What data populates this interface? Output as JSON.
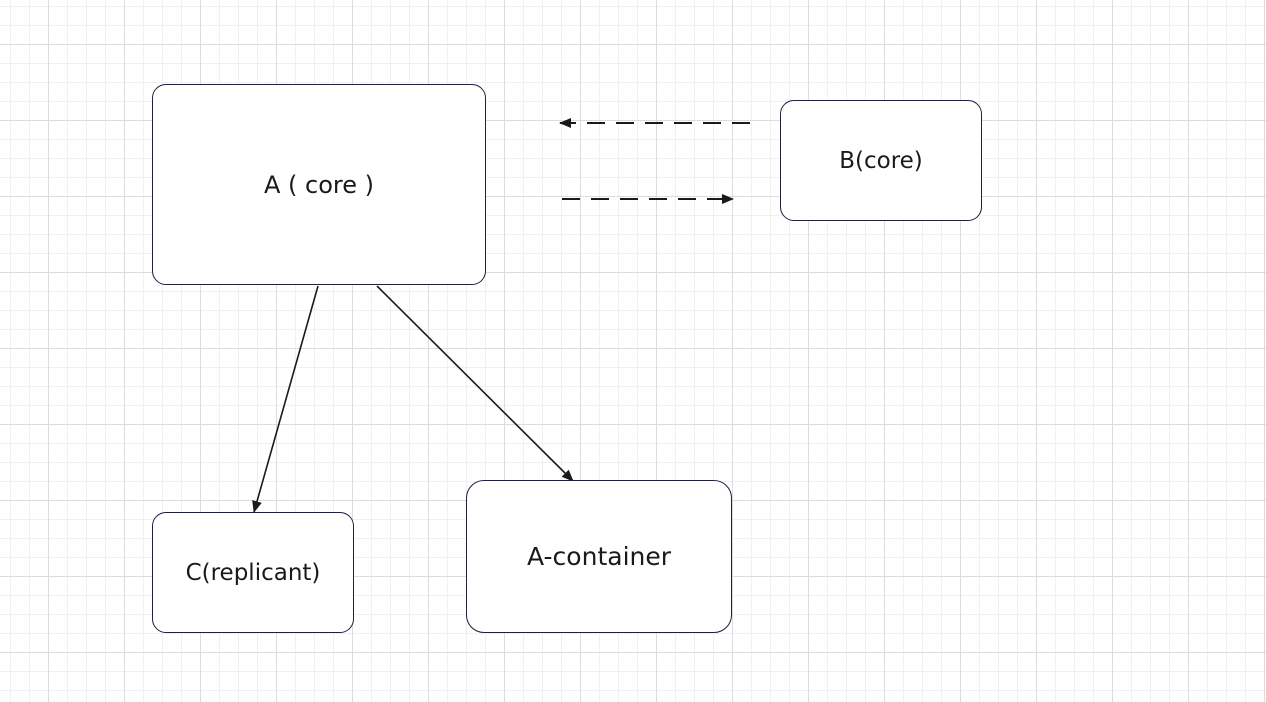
{
  "diagram": {
    "nodes": {
      "a_core": {
        "label": "A ( core )"
      },
      "b_core": {
        "label": "B(core)"
      },
      "c_replicant": {
        "label": "C(replicant)"
      },
      "a_container": {
        "label": "A-container"
      }
    },
    "edges": [
      {
        "from": "B(core)",
        "to": "A ( core )",
        "style": "dashed"
      },
      {
        "from": "A ( core )",
        "to": "B(core)",
        "style": "dashed"
      },
      {
        "from": "A ( core )",
        "to": "C(replicant)",
        "style": "solid"
      },
      {
        "from": "A ( core )",
        "to": "A-container",
        "style": "solid"
      }
    ],
    "colors": {
      "node_border": "#1c2140",
      "edge": "#1a1a1a",
      "grid": "#dcdcdc"
    }
  }
}
